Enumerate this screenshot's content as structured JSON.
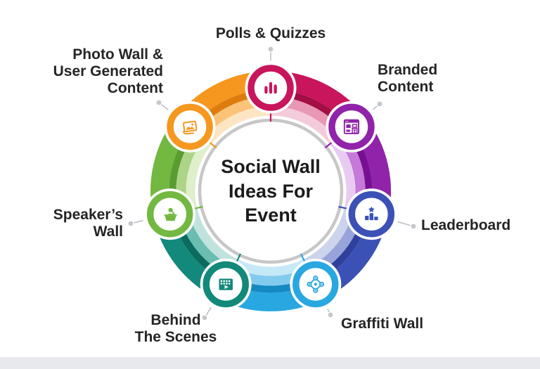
{
  "title": "Social Wall\nIdeas For\nEvent",
  "items": [
    {
      "id": "polls-quizzes",
      "label": "Polls & Quizzes",
      "icon": "bar-chart-icon",
      "colors": {
        "main": "#C8155B",
        "dark": "#A30E45",
        "light": "#E897B4",
        "pale": "#F4CBDA"
      }
    },
    {
      "id": "branded-content",
      "label": "Branded\nContent",
      "icon": "browser-ad-icon",
      "colors": {
        "main": "#9122AA",
        "dark": "#770F92",
        "light": "#C579D8",
        "pale": "#E9CBF2"
      }
    },
    {
      "id": "leaderboard",
      "label": "Leaderboard",
      "icon": "podium-star-icon",
      "colors": {
        "main": "#3C51B5",
        "dark": "#2F3F9C",
        "light": "#98A4D9",
        "pale": "#CCD3EC"
      }
    },
    {
      "id": "graffiti-wall",
      "label": "Graffiti Wall",
      "icon": "spray-network-icon",
      "colors": {
        "main": "#29A7E1",
        "dark": "#1489C2",
        "light": "#82CBEE",
        "pale": "#C6E9F8"
      }
    },
    {
      "id": "behind-the-scenes",
      "label": "Behind\nThe Scenes",
      "icon": "clapperboard-icon",
      "colors": {
        "main": "#12897A",
        "dark": "#0B6B5E",
        "light": "#69BDB1",
        "pale": "#C1E3DE"
      }
    },
    {
      "id": "speakers-wall",
      "label": "Speaker’s\nWall",
      "icon": "speaker-podium-icon",
      "colors": {
        "main": "#72B841",
        "dark": "#5B9C31",
        "light": "#ADD487",
        "pale": "#DDEFCB"
      }
    },
    {
      "id": "photo-wall-ugc",
      "label": "Photo Wall &\nUser Generated\nContent",
      "icon": "photo-stack-icon",
      "colors": {
        "main": "#F6971F",
        "dark": "#DE7D0D",
        "light": "#FAC377",
        "pale": "#FDE5C3"
      }
    }
  ],
  "styles": {
    "background": "#FFFFFF",
    "inner_circle_border": "#C7C7C7",
    "connector_line": "#BDC1C5",
    "connector_dot": "#C4C8CC",
    "label_color": "#252525",
    "title_color": "#1B1B1B",
    "footer_bar": "#E7E9EC"
  }
}
